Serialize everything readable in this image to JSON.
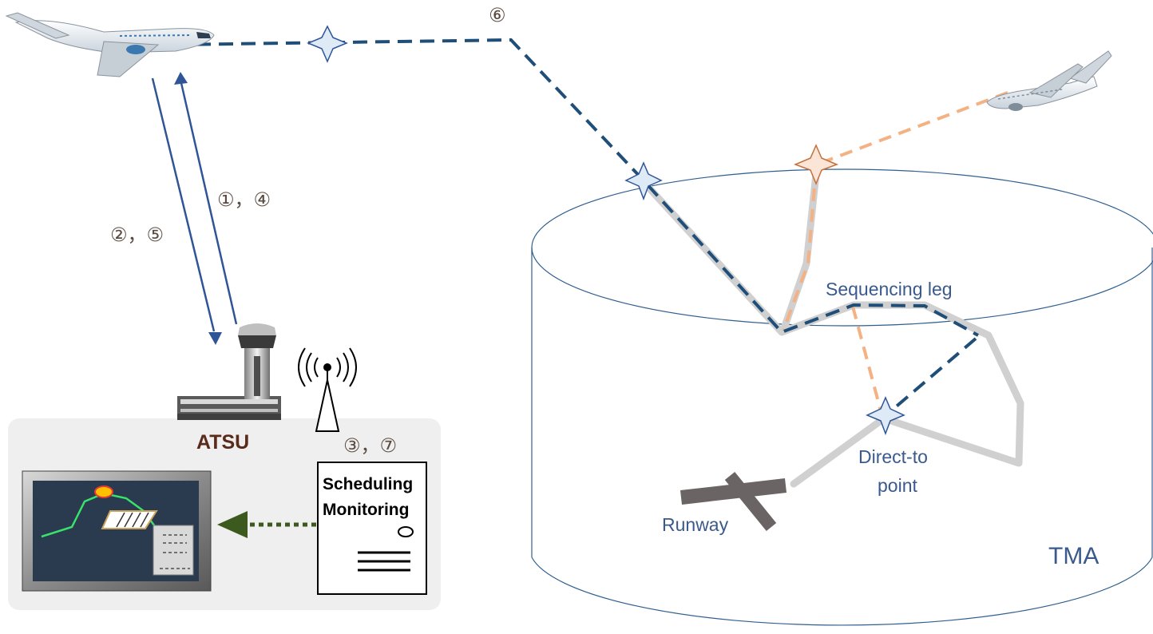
{
  "labels": {
    "step6": "⑥",
    "steps_up": "①，④",
    "steps_down": "②，⑤",
    "steps_server": "③，⑦",
    "atsu": "ATSU",
    "scheduling": "Scheduling",
    "monitoring": "Monitoring",
    "sequencing_leg": "Sequencing leg",
    "direct_to_line1": "Direct-to",
    "direct_to_line2": "point",
    "runway": "Runway",
    "tma": "TMA"
  },
  "colors": {
    "own_route": "#1f4e79",
    "other_route": "#f4b183",
    "procedure": "#d0d0d0",
    "datalink_arrow": "#2f5597",
    "screen_arrow": "#3d5a1e",
    "waypoint_blue": "#deebf7",
    "waypoint_orange": "#fbe5d6",
    "text_blue": "#3a5a8c"
  },
  "icons": {
    "aircraft": "aircraft-icon",
    "tower": "control-tower-icon",
    "antenna": "antenna-icon",
    "server": "server-icon",
    "display": "atc-display-icon",
    "waypoint": "waypoint-star-icon"
  }
}
